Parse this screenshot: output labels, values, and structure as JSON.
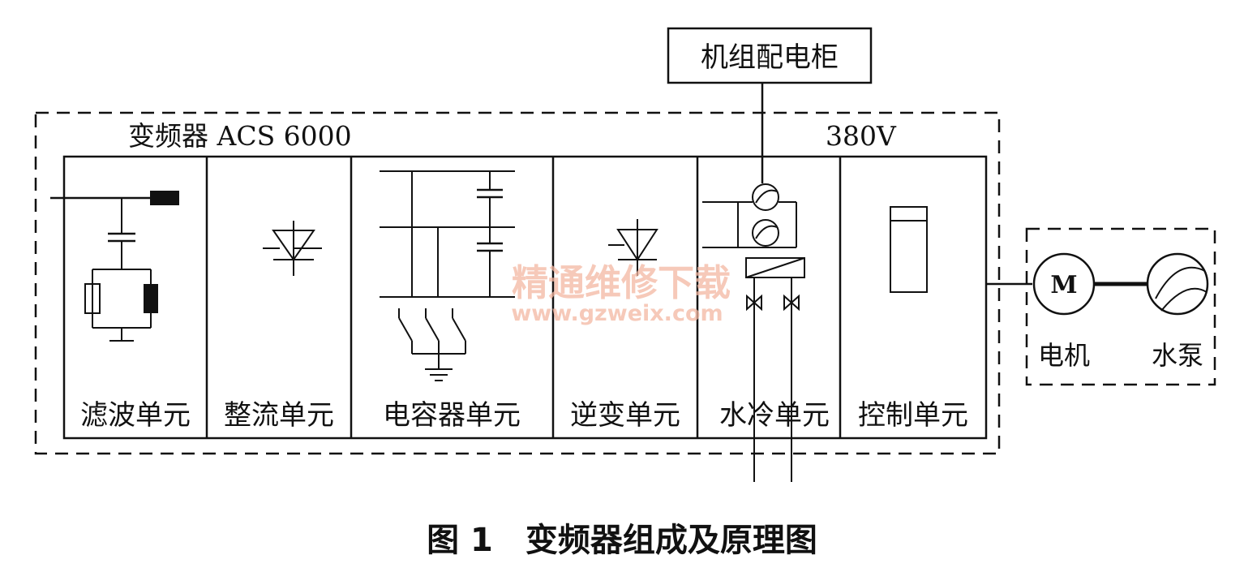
{
  "cabinet_label": "机组配电柜",
  "inverter_label": "变频器 ACS 6000",
  "voltage_label": "380V",
  "units": [
    {
      "id": "filter",
      "label": "滤波单元"
    },
    {
      "id": "rectifier",
      "label": "整流单元"
    },
    {
      "id": "capacitor",
      "label": "电容器单元"
    },
    {
      "id": "inverter",
      "label": "逆变单元"
    },
    {
      "id": "watercooling",
      "label": "水冷单元"
    },
    {
      "id": "control",
      "label": "控制单元"
    }
  ],
  "motor_symbol": "M",
  "motor_label": "电机",
  "pump_label": "水泵",
  "watermark": {
    "text": "精通维修下载",
    "url": "www.gzweix.com"
  },
  "caption": "图 1　变频器组成及原理图"
}
